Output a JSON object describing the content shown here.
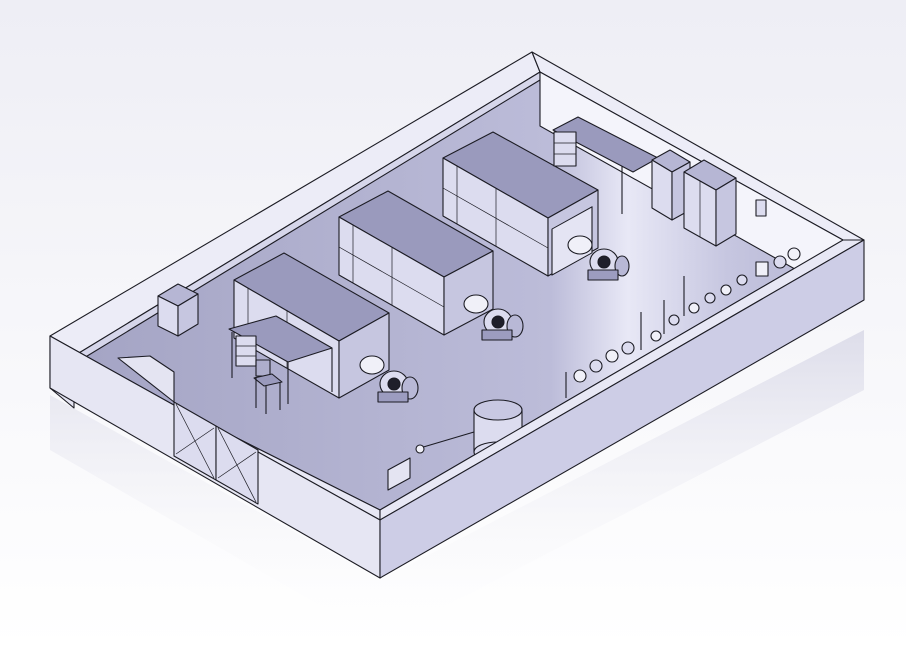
{
  "viewport": {
    "background_top": "#f2f2f7",
    "background_bottom": "#ffffff"
  },
  "palette": {
    "wall_top": "#e6e6f4",
    "wall_inner": "#f4f4fb",
    "wall_outer": "#d9d9ee",
    "floor": "#a9a9c8",
    "floor_light": "#dcdcf0",
    "machine_top": "#9a9abd",
    "machine_side": "#dcdcef",
    "machine_front": "#c4c4df",
    "line": "#1c1c24"
  },
  "scene": {
    "objects": [
      {
        "name": "building-enclosure",
        "icon": "room-walls"
      },
      {
        "name": "machine-unit-1",
        "icon": "industrial-machine"
      },
      {
        "name": "machine-unit-2",
        "icon": "industrial-machine"
      },
      {
        "name": "machine-unit-3",
        "icon": "industrial-machine"
      },
      {
        "name": "work-table",
        "icon": "table"
      },
      {
        "name": "chair",
        "icon": "chair"
      },
      {
        "name": "storage-cabinet",
        "icon": "cabinet"
      },
      {
        "name": "cylindrical-tank",
        "icon": "tank"
      },
      {
        "name": "double-door",
        "icon": "door"
      },
      {
        "name": "valve-equipment-row",
        "icon": "valves"
      }
    ]
  }
}
